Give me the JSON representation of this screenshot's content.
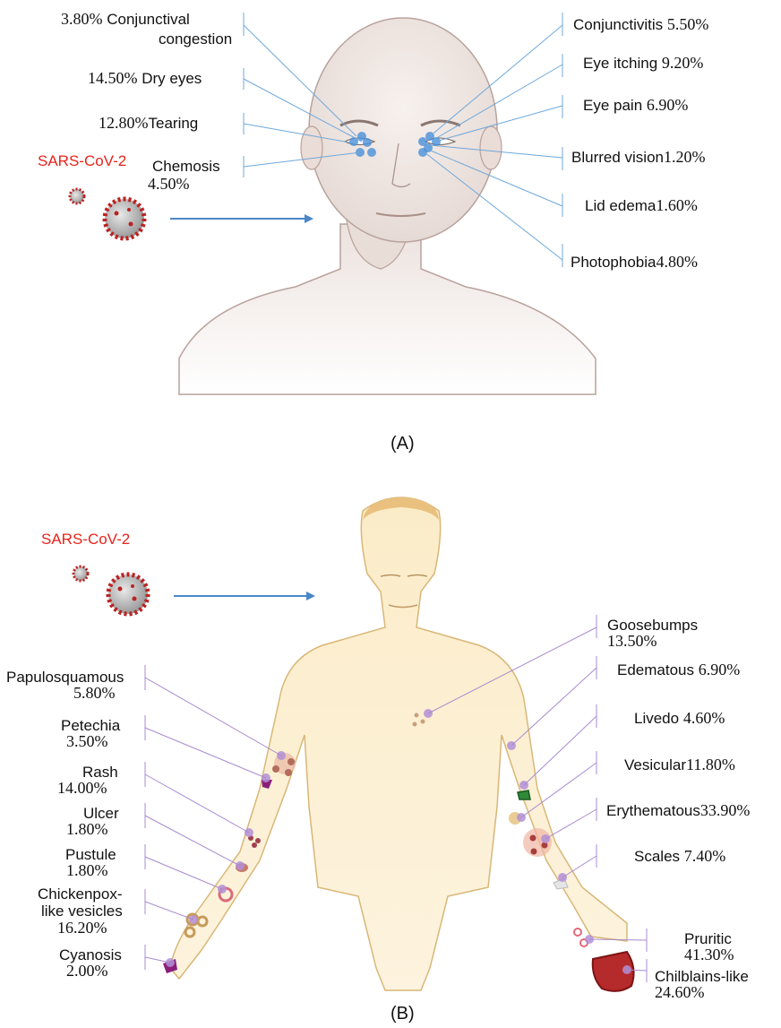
{
  "panel_a": {
    "caption": "(A)",
    "virus_label": "SARS-CoV-2",
    "symptoms_left": [
      {
        "name": "Conjunctival congestion",
        "line1": "Conjunctival",
        "line2": "congestion",
        "percent": "3.80%"
      },
      {
        "name": "Dry eyes",
        "percent": "14.50%"
      },
      {
        "name": "Tearing",
        "percent": "12.80%"
      },
      {
        "name": "Chemosis",
        "percent": "4.50%"
      }
    ],
    "symptoms_right": [
      {
        "name": "Conjunctivitis",
        "percent": "5.50%"
      },
      {
        "name": "Eye itching",
        "percent": "9.20%"
      },
      {
        "name": "Eye pain",
        "percent": "6.90%"
      },
      {
        "name": "Blurred vision",
        "percent": "1.20%"
      },
      {
        "name": "Lid edema",
        "percent": "1.60%"
      },
      {
        "name": "Photophobia",
        "percent": "4.80%"
      }
    ]
  },
  "panel_b": {
    "caption": "(B)",
    "virus_label": "SARS-CoV-2",
    "symptoms_left": [
      {
        "name": "Papulosquamous",
        "percent": "5.80%"
      },
      {
        "name": "Petechia",
        "percent": "3.50%"
      },
      {
        "name": "Rash",
        "percent": "14.00%"
      },
      {
        "name": "Ulcer",
        "percent": "1.80%"
      },
      {
        "name": "Pustule",
        "percent": "1.80%"
      },
      {
        "name": "Chickenpox-like vesicles",
        "line1": "Chickenpox-",
        "line2": "like vesicles",
        "percent": "16.20%"
      },
      {
        "name": "Cyanosis",
        "percent": "2.00%"
      }
    ],
    "symptoms_right": [
      {
        "name": "Goosebumps",
        "percent": "13.50%"
      },
      {
        "name": "Edematous",
        "percent": "6.90%"
      },
      {
        "name": "Livedo",
        "percent": "4.60%"
      },
      {
        "name": "Vesicular",
        "percent": "11.80%"
      },
      {
        "name": "Erythematous",
        "percent": "33.90%"
      },
      {
        "name": "Scales",
        "percent": "7.40%"
      },
      {
        "name": "Pruritic",
        "percent": "41.30%"
      },
      {
        "name": "Chilblains-like",
        "percent": "24.60%"
      }
    ]
  },
  "colors": {
    "virus_text": "#e8231c",
    "eye_marker": "#4a90d9",
    "eye_leader": "#6fa8dc",
    "skin_marker": "#b38fd6",
    "skin_leader": "#a88bd0",
    "arrow": "#4a86c8"
  }
}
